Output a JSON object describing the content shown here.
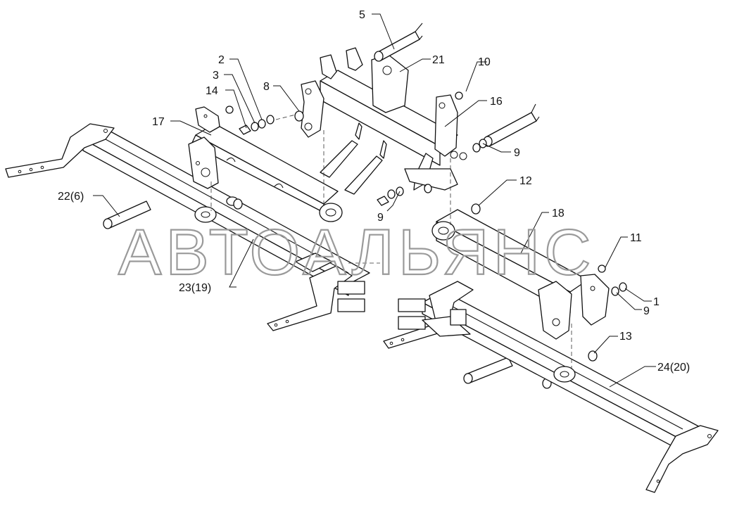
{
  "watermark": "АВТОАЛЬЯНС",
  "callouts": [
    "5",
    "21",
    "2",
    "10",
    "3",
    "14",
    "8",
    "16",
    "17",
    "9",
    "22(6)",
    "12",
    "9",
    "18",
    "11",
    "23(19)",
    "1",
    "9",
    "13",
    "24(20)"
  ]
}
